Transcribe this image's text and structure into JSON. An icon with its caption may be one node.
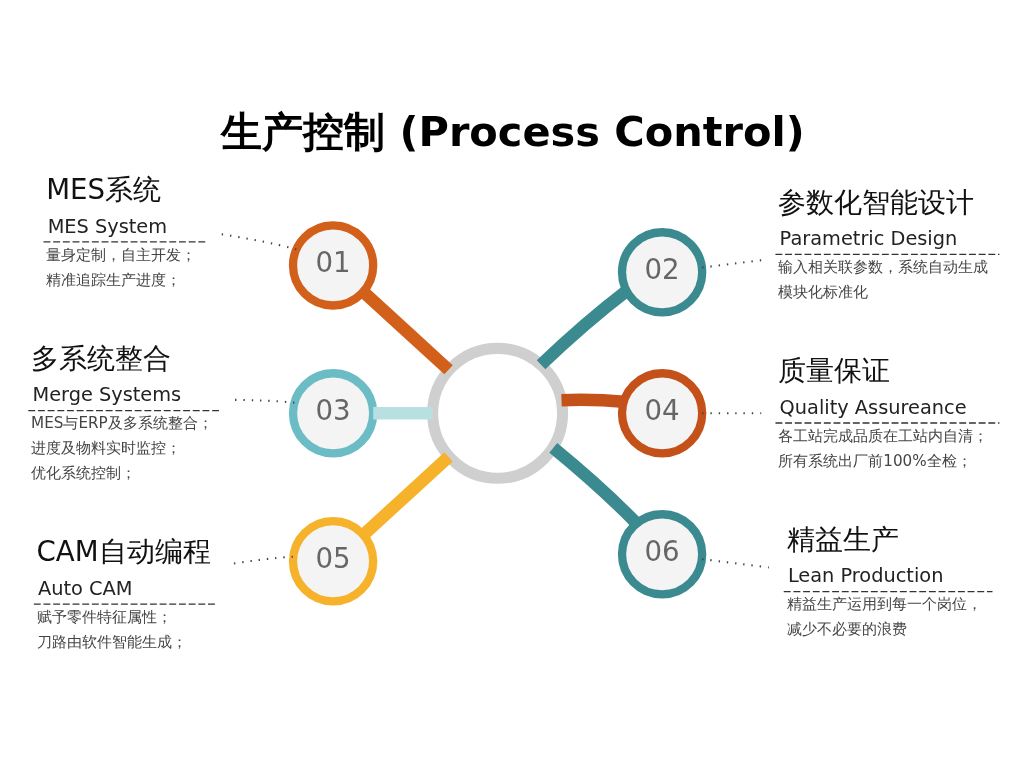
{
  "diagram": {
    "title": "生产控制 (Process Control)",
    "nodes": [
      {
        "text": [],
        "shape": "circle"
      },
      {
        "text": [
          "01"
        ]
      },
      {
        "text": [
          "MES系统",
          "MES System",
          "量身定制，自主开发；",
          "精准追踪生产进度；"
        ]
      },
      {
        "text": [
          "02"
        ]
      },
      {
        "text": [
          "参数化智能设计",
          "Parametric Design",
          "输入相关联参数，系统自动生成",
          "模块化标准化"
        ]
      },
      {
        "text": [
          "03"
        ]
      },
      {
        "text": [
          "多系统整合",
          "Merge Systems",
          "MES与ERP及多系统整合；",
          "进度及物料实时监控；",
          "优化系统控制；"
        ]
      },
      {
        "text": [
          "04"
        ]
      },
      {
        "text": [
          "质量保证",
          "Quality Assureance",
          "各工站完成品质在工站内自清；",
          "所有系统出厂前100%全检；"
        ]
      },
      {
        "text": [
          "05"
        ]
      },
      {
        "text": [
          "CAM自动编程",
          "Auto CAM",
          "赋予零件特征属性；",
          "刀路由软件智能生成；"
        ]
      },
      {
        "text": [
          "06"
        ]
      },
      {
        "text": [
          "精益生产",
          "Lean Production",
          "精益生产运用到每一个岗位，",
          "减少不必要的浪费"
        ]
      }
    ],
    "edges": [
      {
        "from": 1,
        "to": 0,
        "arrow": "none",
        "style": "thick",
        "color": "#d2601a"
      },
      {
        "from": 3,
        "to": 0,
        "arrow": "none",
        "style": "thick",
        "color": "#3a8a8f"
      },
      {
        "from": 5,
        "to": 0,
        "arrow": "none",
        "style": "thick",
        "color": "#b8e0e3"
      },
      {
        "from": 7,
        "to": 0,
        "arrow": "none",
        "style": "thick",
        "color": "#c4501a"
      },
      {
        "from": 9,
        "to": 0,
        "arrow": "none",
        "style": "thick",
        "color": "#f5b22a"
      },
      {
        "from": 11,
        "to": 0,
        "arrow": "none",
        "style": "thick",
        "color": "#3a8a8f"
      },
      {
        "from": 1,
        "to": 2,
        "arrow": "none",
        "style": "dashed"
      },
      {
        "from": 3,
        "to": 4,
        "arrow": "none",
        "style": "dashed"
      },
      {
        "from": 5,
        "to": 6,
        "arrow": "none",
        "style": "dashed"
      },
      {
        "from": 7,
        "to": 8,
        "arrow": "none",
        "style": "dashed"
      },
      {
        "from": 9,
        "to": 10,
        "arrow": "none",
        "style": "dashed"
      },
      {
        "from": 11,
        "to": 12,
        "arrow": "none",
        "style": "dashed"
      }
    ]
  }
}
